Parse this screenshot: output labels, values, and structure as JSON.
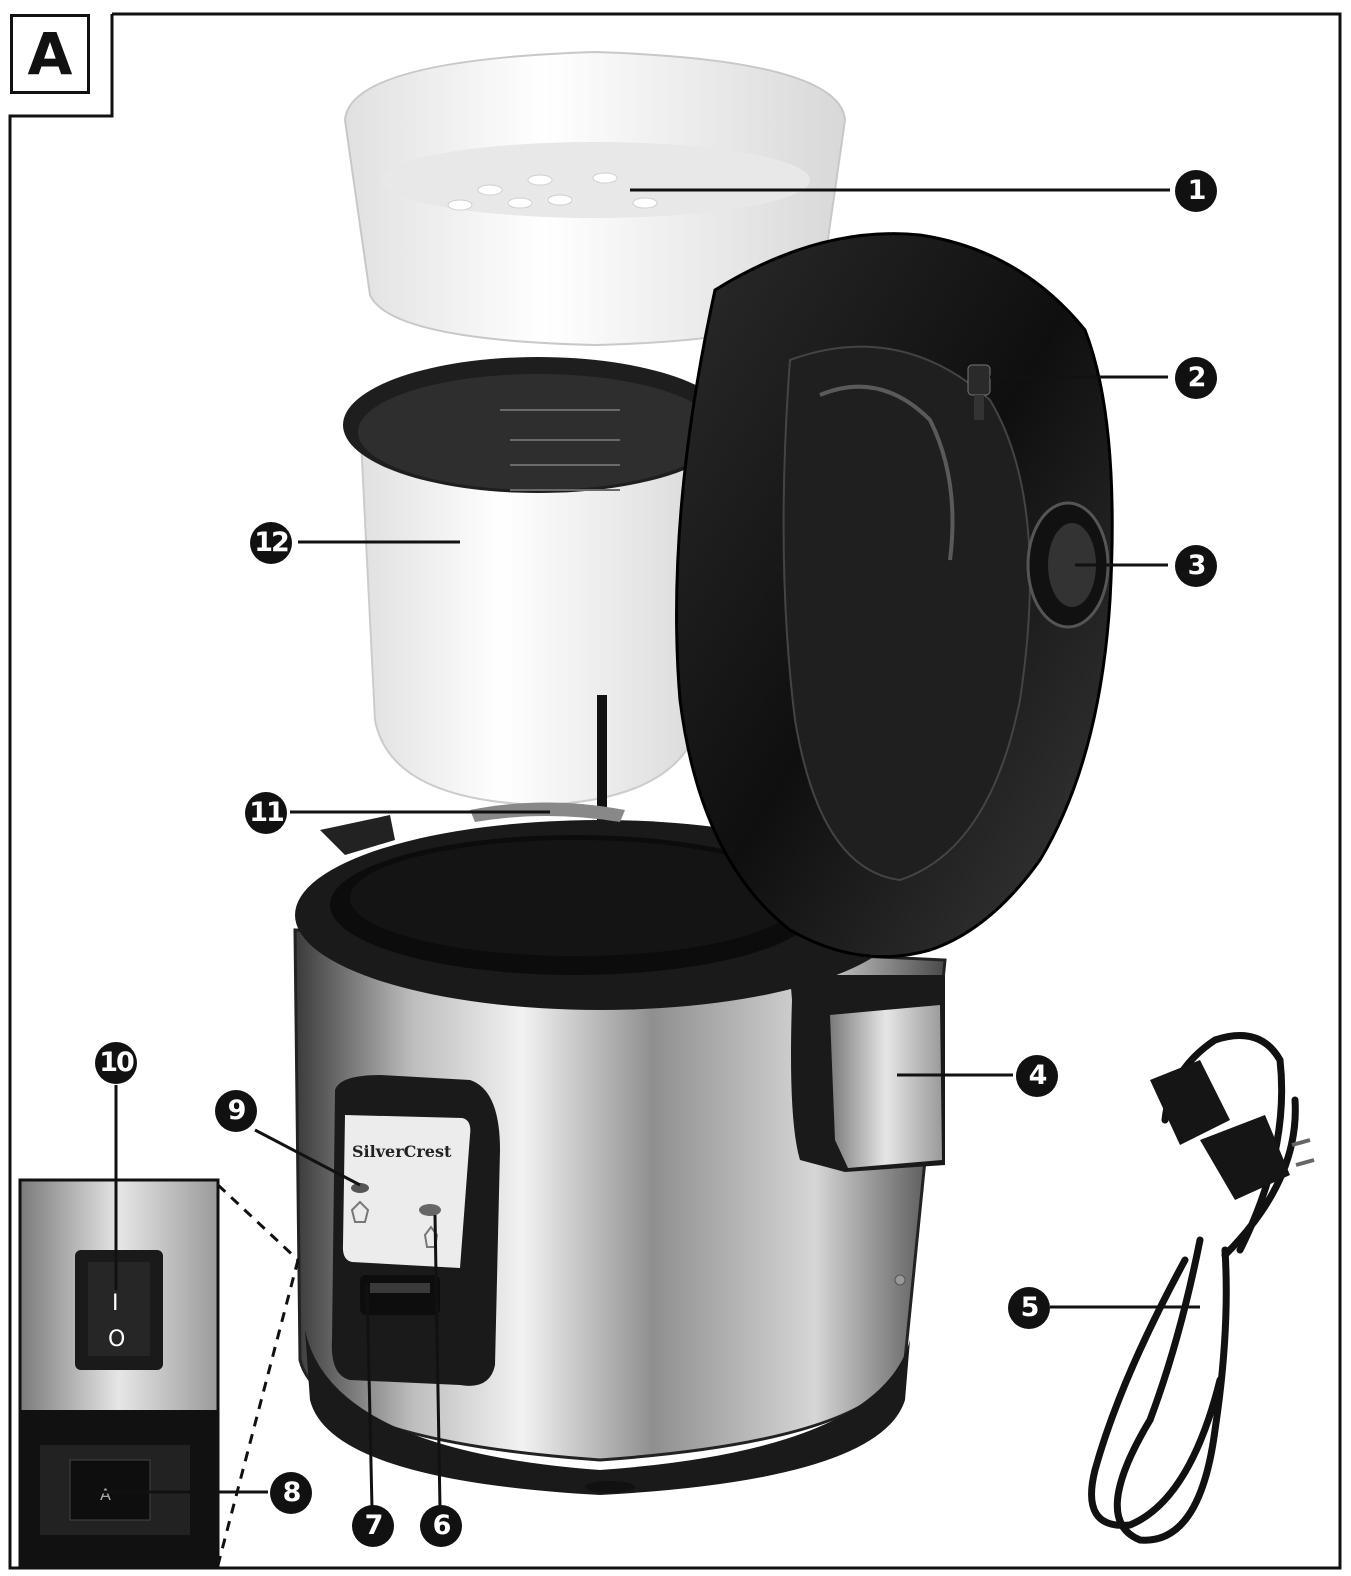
{
  "figure": {
    "panel_label": "A",
    "brand_name": "SilverCrest",
    "switch_on_mark": "I",
    "switch_off_mark": "O",
    "socket_mark": "A"
  },
  "callouts": [
    {
      "id": "callout-1",
      "number": "1"
    },
    {
      "id": "callout-2",
      "number": "2"
    },
    {
      "id": "callout-3",
      "number": "3"
    },
    {
      "id": "callout-4",
      "number": "4"
    },
    {
      "id": "callout-5",
      "number": "5"
    },
    {
      "id": "callout-6",
      "number": "6"
    },
    {
      "id": "callout-7",
      "number": "7"
    },
    {
      "id": "callout-8",
      "number": "8"
    },
    {
      "id": "callout-9",
      "number": "9"
    },
    {
      "id": "callout-10",
      "number": "10"
    },
    {
      "id": "callout-11",
      "number": "11"
    },
    {
      "id": "callout-12",
      "number": "12"
    }
  ],
  "colors": {
    "outline": "#111111",
    "steel_light": "#d9d9d9",
    "steel_dark": "#5a5a5a",
    "lid_black": "#161616",
    "insert_white": "#f4f4f4"
  }
}
